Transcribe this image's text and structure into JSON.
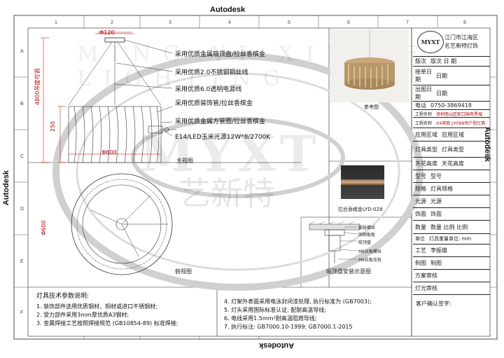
{
  "frame": {
    "brand_top": "Autodesk",
    "brand_bottom": "Autodesk",
    "brand_left": "Autodesk",
    "brand_right": "Autodesk",
    "col_numbers": [
      "1",
      "2",
      "3",
      "4",
      "5",
      "6",
      "7",
      "8"
    ],
    "row_letters": [
      "A",
      "B",
      "C",
      "D",
      "E",
      "F"
    ]
  },
  "watermark": {
    "logo_text": "MYXT",
    "arc_text": "MING YI XIN TE LIGHTING",
    "cn_text": "艺新特"
  },
  "main_view": {
    "dim_top": "Φ120",
    "dim_height_total": "4800吊度可调",
    "dim_body_height": "250",
    "dim_bottom": "Φ600",
    "caption": "主视图",
    "callouts": [
      "采用优质金属吸顶盘/拉丝香槟金",
      "采用优质2.0不锈钢钢丝线",
      "采用优质6.0透明电源线",
      "采用优质装饰管/拉丝香槟金",
      "采用优质金属方管圈/拉丝香槟金",
      "E14/LED玉米光源12W*8/2700K"
    ]
  },
  "top_view": {
    "dim": "Φ600",
    "caption": "俯视图"
  },
  "reference": {
    "caption": "参考图",
    "material_caption": "拉丝香槟金LYD-028"
  },
  "mount_detail": {
    "caption": "吸顶盘安装示意图",
    "labels": [
      "膨胀螺丝",
      "固钢板板",
      "吸顶盘",
      "M6拉板螺丝",
      "M6拉板花枝"
    ]
  },
  "title_block": {
    "company_line1": "江门市江海区",
    "company_line2": "名艺新特灯饰",
    "logo": "MYXT",
    "rows": [
      {
        "key": "版次",
        "val": "版次   日   期"
      },
      {
        "key": "接单日期",
        "val": "日期"
      },
      {
        "key": "出图日期",
        "val": "日期"
      },
      {
        "key": "电话",
        "val": "0750-3869418"
      },
      {
        "key": "工程名称",
        "val": "深圳南山区蛇口国风黑城"
      },
      {
        "key": "工程名称",
        "val": "XX项目 J-Y099吊户型灯具"
      },
      {
        "key": "应用区域",
        "val": "应用区域"
      },
      {
        "key": "灯具类型",
        "val": "灯具类型"
      },
      {
        "key": "天花高度",
        "val": "天花高度"
      },
      {
        "key": "型号",
        "val": "型号"
      },
      {
        "key": "规格",
        "val": "灯具规格"
      },
      {
        "key": "光源",
        "val": "光源"
      },
      {
        "key": "饰面",
        "val": "饰面"
      },
      {
        "key": "数量",
        "val": "数量   比例 比例"
      },
      {
        "key": "单位",
        "val": "灯具重量单位:      mm"
      },
      {
        "key": "工艺",
        "val": "李振雄"
      },
      {
        "key": "制图",
        "val": "制图"
      },
      {
        "key": "方案审核",
        "val": ""
      },
      {
        "key": "灯光审核",
        "val": ""
      }
    ],
    "customer_confirm": "客户确认签字:"
  },
  "notes": {
    "heading": "灯具技术参数说明:",
    "left": [
      "1. 装饰部件选用优质钢材、铜材或进口不锈钢材;",
      "2. 受力部件采用3mm厚优质A3钢材;",
      "3. 金属焊接工艺按照焊接规范 (GB10854-89) 标准焊接;"
    ],
    "right": [
      "4. 灯架外表面采用电泳封闭漆处理, 执行标准为 (GB7003);",
      "5. 灯头采用国际标准认证, 配耐高温导线;",
      "6. 电线采用1.5mm²耐高温阻燃导线;",
      "7. 执行标注: GB7000.10-1999; GB7000.1-2015"
    ]
  }
}
